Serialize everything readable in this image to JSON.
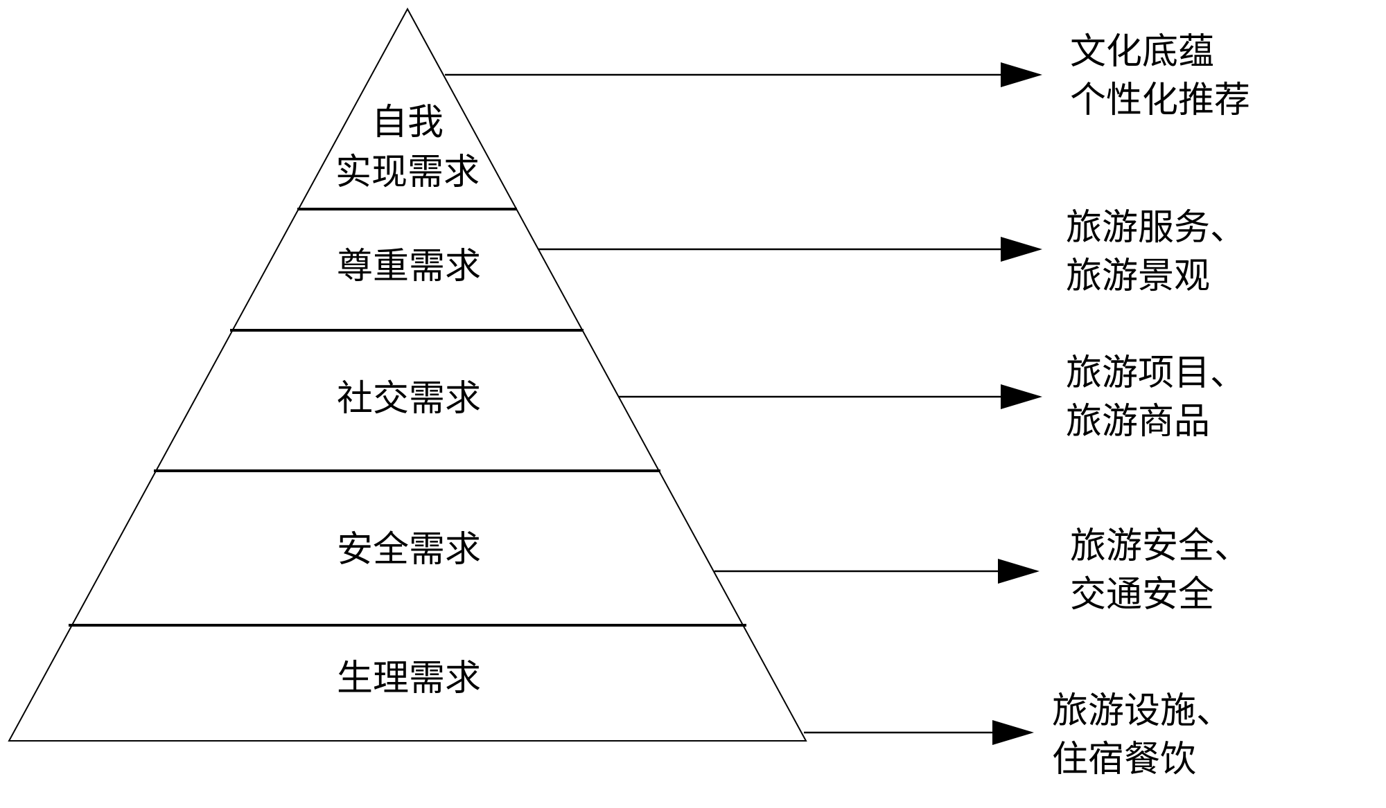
{
  "diagram": {
    "levels": [
      {
        "label_lines": [
          "自我",
          "实现需求"
        ],
        "outcome_lines": [
          "文化底蕴",
          "个性化推荐"
        ]
      },
      {
        "label_lines": [
          "尊重需求"
        ],
        "outcome_lines": [
          "旅游服务、",
          "旅游景观"
        ]
      },
      {
        "label_lines": [
          "社交需求"
        ],
        "outcome_lines": [
          "旅游项目、",
          "旅游商品"
        ]
      },
      {
        "label_lines": [
          "安全需求"
        ],
        "outcome_lines": [
          "旅游安全、",
          "交通安全"
        ]
      },
      {
        "label_lines": [
          "生理需求"
        ],
        "outcome_lines": [
          "旅游设施、",
          "住宿餐饮"
        ]
      }
    ]
  }
}
